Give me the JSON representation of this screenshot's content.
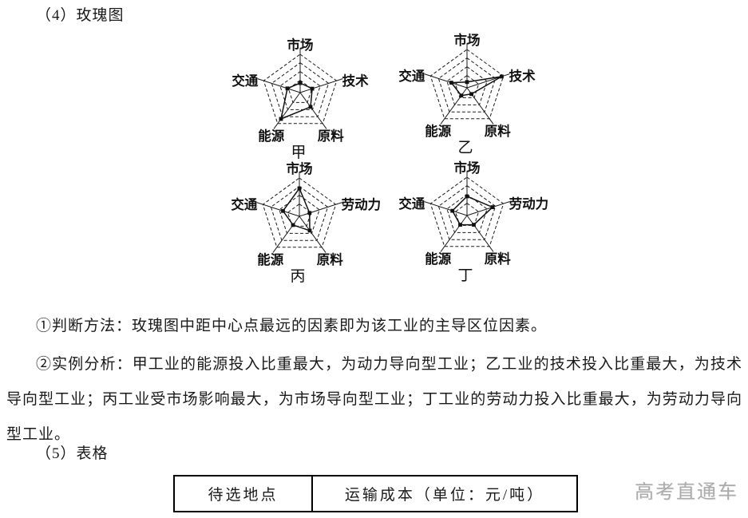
{
  "page": {
    "section4_title": "（4）玫瑰图",
    "method_note": "①判断方法：玫瑰图中距中心点最远的因素即为该工业的主导区位因素。",
    "example_note": "②实例分析：甲工业的能源投入比重最大，为动力导向型工业；乙工业的技术投入比重最大，为技术导向型工业；丙工业受市场影响最大，为市场导向型工业；丁工业的劳动力投入比重最大，为劳动力导向型工业。",
    "section5_title": "（5）表格",
    "watermark": "高考直通车"
  },
  "table": {
    "headers": [
      "待选地点",
      "运输成本（单位：元/吨）"
    ]
  },
  "chart_data": [
    {
      "type": "radar",
      "name": "甲",
      "axes": [
        "市场",
        "技术",
        "原料",
        "能源",
        "交通"
      ],
      "values": [
        0.25,
        0.33,
        0.46,
        0.85,
        0.35
      ],
      "rings": [
        0.32,
        0.55,
        0.78,
        1.0
      ],
      "scale_max": 1.0
    },
    {
      "type": "radar",
      "name": "乙",
      "axes": [
        "市场",
        "技术",
        "原料",
        "能源",
        "交通"
      ],
      "values": [
        0.15,
        0.95,
        0.2,
        0.25,
        0.43
      ],
      "rings": [
        0.32,
        0.55,
        0.78,
        1.0
      ],
      "scale_max": 1.0
    },
    {
      "type": "radar",
      "name": "丙",
      "axes": [
        "市场",
        "劳动力",
        "原料",
        "能源",
        "交通"
      ],
      "values": [
        0.73,
        0.28,
        0.46,
        0.28,
        0.45
      ],
      "rings": [
        0.32,
        0.55,
        0.78,
        1.0
      ],
      "scale_max": 1.0
    },
    {
      "type": "radar",
      "name": "丁",
      "axes": [
        "市场",
        "劳动力",
        "原料",
        "能源",
        "交通"
      ],
      "values": [
        0.5,
        0.7,
        0.3,
        0.3,
        0.4
      ],
      "rings": [
        0.32,
        0.55,
        0.78,
        1.0
      ],
      "scale_max": 1.0
    }
  ]
}
